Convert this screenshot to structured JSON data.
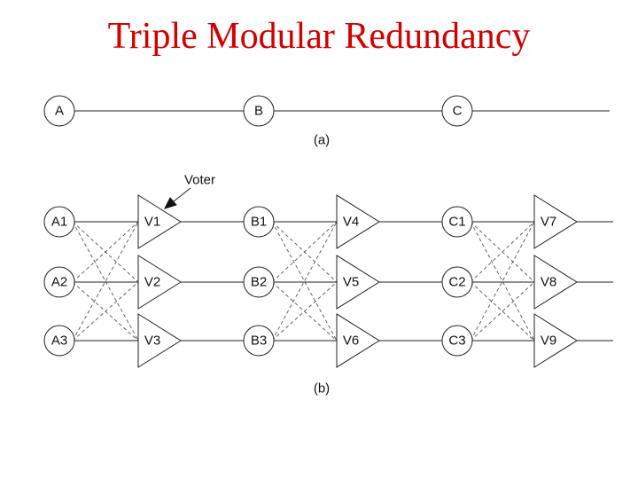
{
  "title": "Triple Modular Redundancy",
  "part_a": {
    "caption": "(a)",
    "modules": [
      "A",
      "B",
      "C"
    ]
  },
  "part_b": {
    "caption": "(b)",
    "voter_label": "Voter",
    "stages": [
      {
        "modules": [
          "A1",
          "A2",
          "A3"
        ],
        "voters": [
          "V1",
          "V2",
          "V3"
        ]
      },
      {
        "modules": [
          "B1",
          "B2",
          "B3"
        ],
        "voters": [
          "V4",
          "V5",
          "V6"
        ]
      },
      {
        "modules": [
          "C1",
          "C2",
          "C3"
        ],
        "voters": [
          "V7",
          "V8",
          "V9"
        ]
      }
    ]
  }
}
